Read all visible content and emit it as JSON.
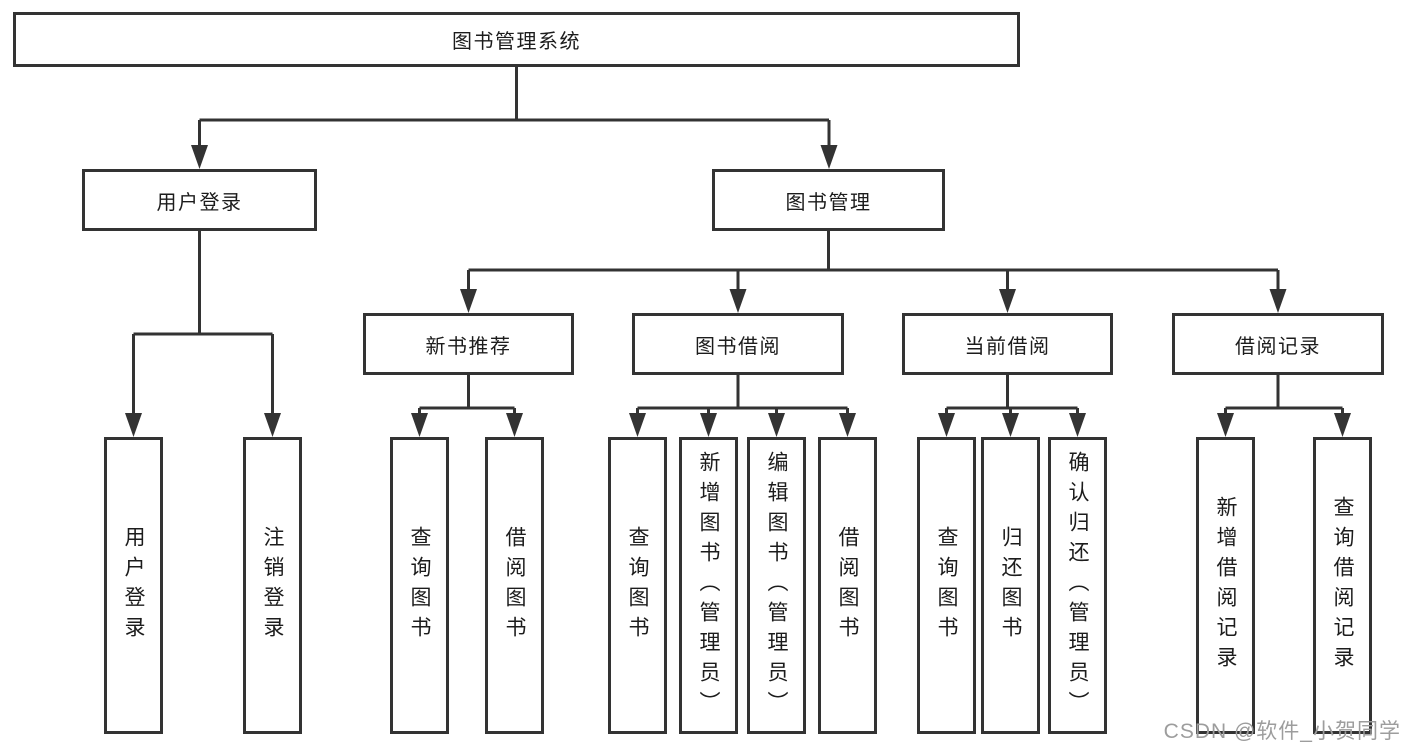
{
  "colors": {
    "line": "#333333",
    "text": "#1c1c1c",
    "background": "#ffffff",
    "watermark": "#9d9d9d"
  },
  "watermark": "CSDN @软件_小贺同学",
  "tree": {
    "label": "图书管理系统",
    "children": [
      {
        "label": "用户登录",
        "children": [
          {
            "label": "用户登录"
          },
          {
            "label": "注销登录"
          }
        ]
      },
      {
        "label": "图书管理",
        "children": [
          {
            "label": "新书推荐",
            "children": [
              {
                "label": "查询图书"
              },
              {
                "label": "借阅图书"
              }
            ]
          },
          {
            "label": "图书借阅",
            "children": [
              {
                "label": "查询图书"
              },
              {
                "label": "新增图书（管理员）"
              },
              {
                "label": "编辑图书（管理员）"
              },
              {
                "label": "借阅图书"
              }
            ]
          },
          {
            "label": "当前借阅",
            "children": [
              {
                "label": "查询图书"
              },
              {
                "label": "归还图书"
              },
              {
                "label": "确认归还（管理员）"
              }
            ]
          },
          {
            "label": "借阅记录",
            "children": [
              {
                "label": "新增借阅记录"
              },
              {
                "label": "查询借阅记录"
              }
            ]
          }
        ]
      }
    ]
  }
}
